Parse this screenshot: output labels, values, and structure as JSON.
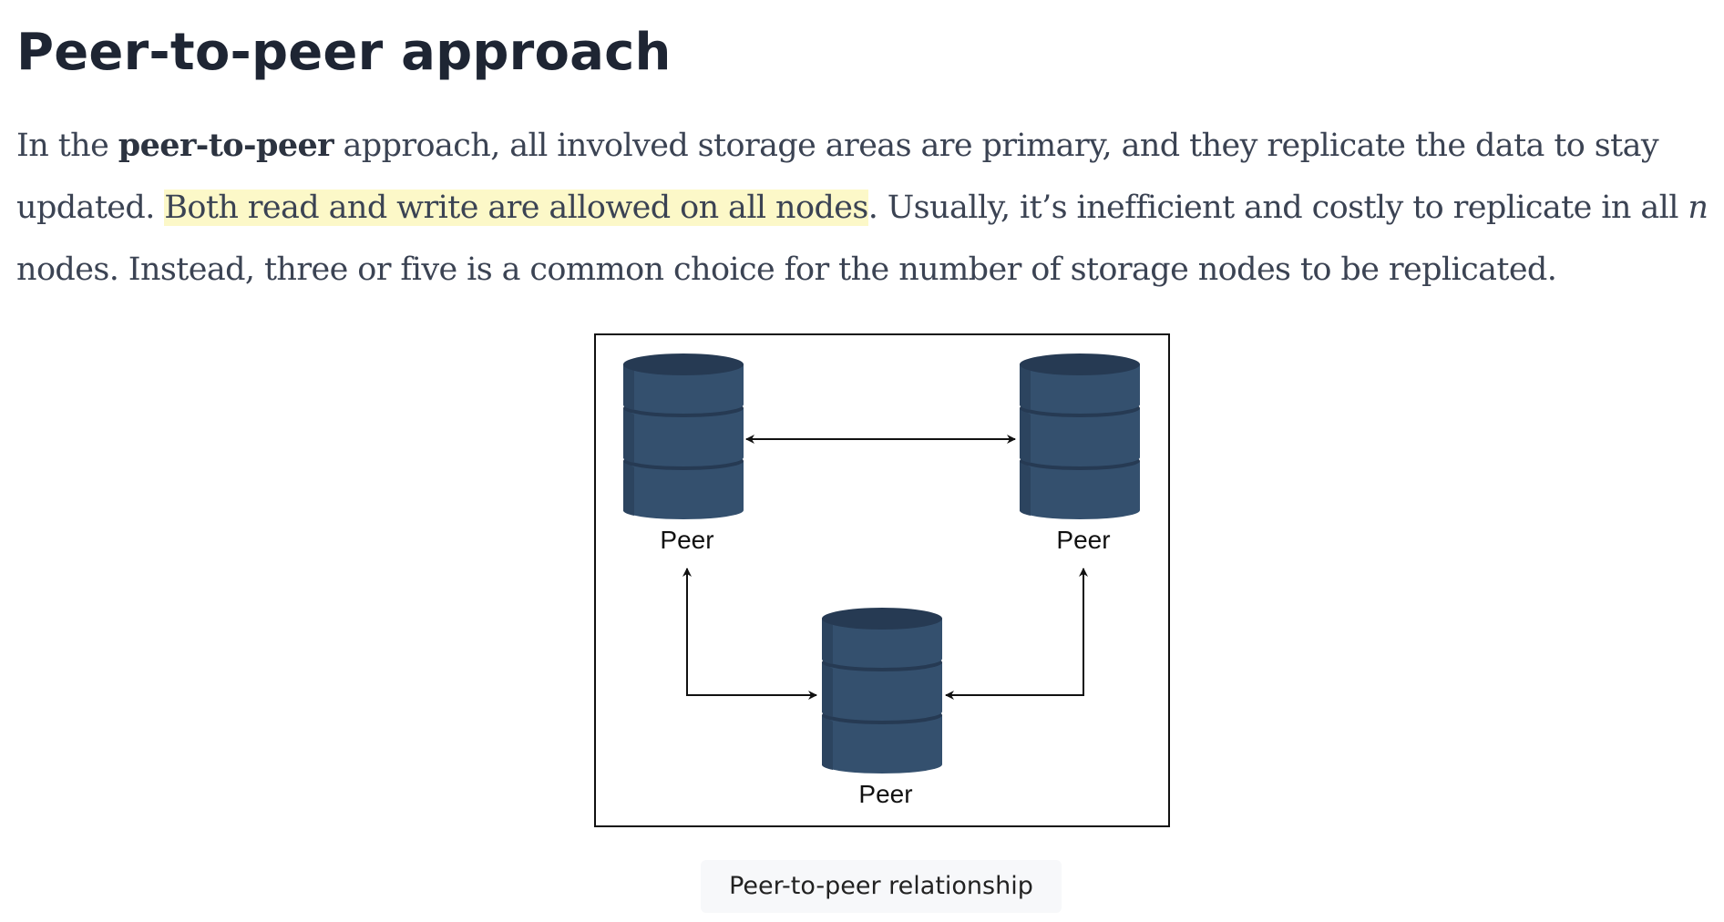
{
  "heading": "Peer-to-peer approach",
  "paragraph": {
    "part1": "In the ",
    "bold": "peer-to-peer",
    "part2": " approach, all involved storage areas are primary, and they replicate the data to stay updated. ",
    "highlight": "Both read and write are allowed on all nodes",
    "part3": ". Usually, it’s inefficient and costly to replicate in all ",
    "variable": "n",
    "part4": " nodes. Instead, three or five is a common choice for the number of storage nodes to be replicated."
  },
  "diagram": {
    "nodes": [
      {
        "label": "Peer"
      },
      {
        "label": "Peer"
      },
      {
        "label": "Peer"
      }
    ],
    "colors": {
      "db_body": "#34506e",
      "db_dark": "#263a53",
      "db_shade": "#2c445f",
      "arrow": "#111111"
    }
  },
  "caption": "Peer-to-peer relationship"
}
